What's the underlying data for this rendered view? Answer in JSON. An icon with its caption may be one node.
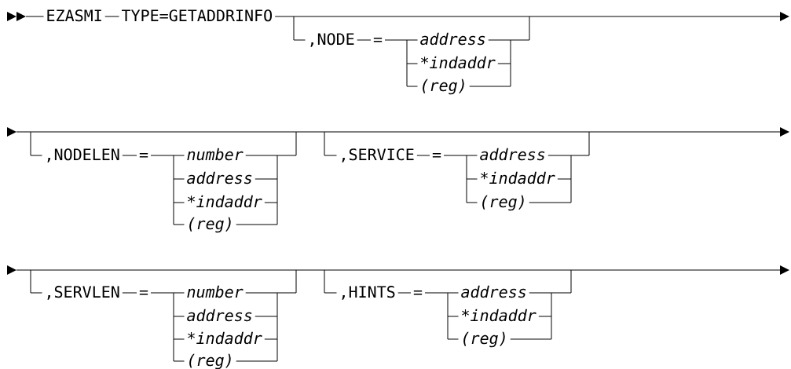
{
  "diagram": {
    "labels": [
      "EZASMI",
      "TYPE=GETADDRINFO",
      ",NODE",
      "=",
      "address",
      "*indaddr",
      "(reg)",
      ",NODELEN",
      "=",
      "number",
      "address",
      "*indaddr",
      "(reg)",
      ",SERVICE",
      "=",
      "address",
      "*indaddr",
      "(reg)",
      ",SERVLEN",
      "=",
      "number",
      "address",
      "*indaddr",
      "(reg)",
      ",HINTS",
      "=",
      "address",
      "*indaddr",
      "(reg)"
    ]
  }
}
